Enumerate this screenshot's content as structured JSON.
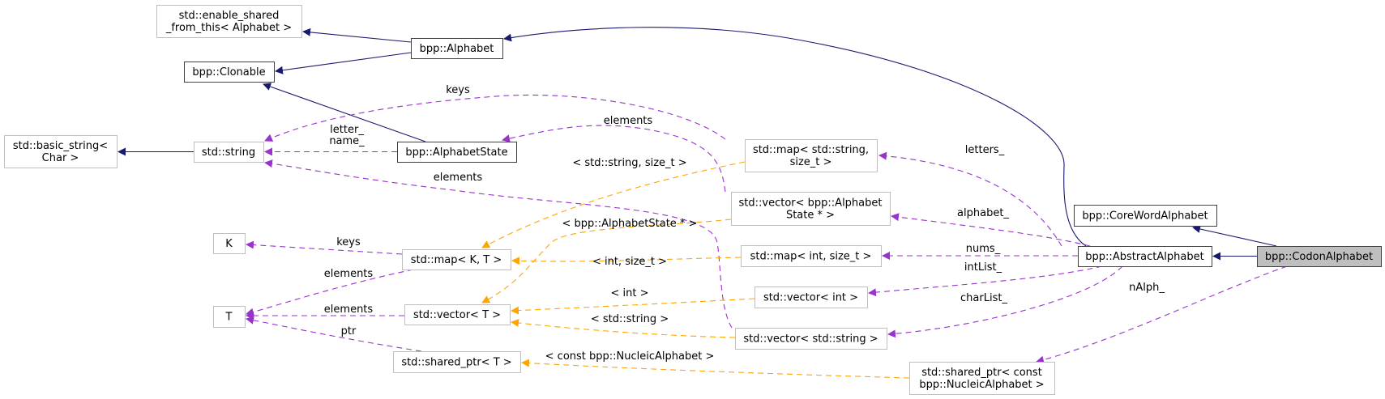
{
  "diagram": {
    "title": "Collaboration diagram for bpp::CodonAlphabet",
    "colors": {
      "inheritance": "#191970",
      "usage": "#9a32cd",
      "template": "#ffa500",
      "documented_border": "#404040",
      "undocumented_border": "#bfbfbf",
      "focus_fill": "#bfbfbf",
      "node_fill": "#ffffff"
    },
    "nodes": [
      {
        "id": "codon",
        "lines": [
          "bpp::CodonAlphabet"
        ],
        "style": "focus"
      },
      {
        "id": "abstract",
        "lines": [
          "bpp::AbstractAlphabet"
        ],
        "style": "documented"
      },
      {
        "id": "coreword",
        "lines": [
          "bpp::CoreWordAlphabet"
        ],
        "style": "documented"
      },
      {
        "id": "alphabet",
        "lines": [
          "bpp::Alphabet"
        ],
        "style": "documented"
      },
      {
        "id": "enable_shared",
        "lines": [
          "std::enable_shared",
          "_from_this< Alphabet >"
        ],
        "style": "external"
      },
      {
        "id": "clonable",
        "lines": [
          "bpp::Clonable"
        ],
        "style": "documented"
      },
      {
        "id": "alphabetstate",
        "lines": [
          "bpp::AlphabetState"
        ],
        "style": "documented"
      },
      {
        "id": "string",
        "lines": [
          "std::string"
        ],
        "style": "external"
      },
      {
        "id": "basic_string",
        "lines": [
          "std::basic_string<",
          "Char >"
        ],
        "style": "external"
      },
      {
        "id": "map_string_size",
        "lines": [
          "std::map< std::string,",
          "size_t >"
        ],
        "style": "external"
      },
      {
        "id": "vector_state",
        "lines": [
          "std::vector< bpp::Alphabet",
          "State * >"
        ],
        "style": "external"
      },
      {
        "id": "map_int_size",
        "lines": [
          "std::map< int, size_t >"
        ],
        "style": "external"
      },
      {
        "id": "vector_int",
        "lines": [
          "std::vector< int >"
        ],
        "style": "external"
      },
      {
        "id": "vector_string",
        "lines": [
          "std::vector< std::string >"
        ],
        "style": "external"
      },
      {
        "id": "shared_nucleic",
        "lines": [
          "std::shared_ptr< const",
          "bpp::NucleicAlphabet >"
        ],
        "style": "external"
      },
      {
        "id": "map_kt",
        "lines": [
          "std::map< K, T >"
        ],
        "style": "external"
      },
      {
        "id": "vector_t",
        "lines": [
          "std::vector< T >"
        ],
        "style": "external"
      },
      {
        "id": "shared_t",
        "lines": [
          "std::shared_ptr< T >"
        ],
        "style": "external"
      },
      {
        "id": "K",
        "lines": [
          "K"
        ],
        "style": "external"
      },
      {
        "id": "T",
        "lines": [
          "T"
        ],
        "style": "external"
      }
    ],
    "edges": [
      {
        "from": "codon",
        "to": "abstract",
        "kind": "inheritance",
        "label": ""
      },
      {
        "from": "codon",
        "to": "coreword",
        "kind": "inheritance",
        "label": ""
      },
      {
        "from": "abstract",
        "to": "alphabet",
        "kind": "inheritance",
        "label": ""
      },
      {
        "from": "alphabet",
        "to": "enable_shared",
        "kind": "inheritance",
        "label": ""
      },
      {
        "from": "alphabet",
        "to": "clonable",
        "kind": "inheritance",
        "label": ""
      },
      {
        "from": "alphabetstate",
        "to": "clonable",
        "kind": "inheritance",
        "label": ""
      },
      {
        "from": "string",
        "to": "basic_string",
        "kind": "inheritance",
        "label": ""
      },
      {
        "from": "alphabetstate",
        "to": "string",
        "kind": "usage",
        "label": "letter_\nname_"
      },
      {
        "from": "map_string_size",
        "to": "string",
        "kind": "usage",
        "label": "keys"
      },
      {
        "from": "vector_state",
        "to": "alphabetstate",
        "kind": "usage",
        "label": "elements"
      },
      {
        "from": "vector_string",
        "to": "string",
        "kind": "usage",
        "label": "elements"
      },
      {
        "from": "abstract",
        "to": "map_string_size",
        "kind": "usage",
        "label": "letters_"
      },
      {
        "from": "abstract",
        "to": "vector_state",
        "kind": "usage",
        "label": "alphabet_"
      },
      {
        "from": "abstract",
        "to": "map_int_size",
        "kind": "usage",
        "label": "nums_"
      },
      {
        "from": "abstract",
        "to": "vector_int",
        "kind": "usage",
        "label": "intList_"
      },
      {
        "from": "abstract",
        "to": "vector_string",
        "kind": "usage",
        "label": "charList_"
      },
      {
        "from": "codon",
        "to": "shared_nucleic",
        "kind": "usage",
        "label": "nAlph_"
      },
      {
        "from": "map_kt",
        "to": "K",
        "kind": "usage",
        "label": "keys"
      },
      {
        "from": "map_kt",
        "to": "T",
        "kind": "usage",
        "label": "elements"
      },
      {
        "from": "vector_t",
        "to": "T",
        "kind": "usage",
        "label": "elements"
      },
      {
        "from": "shared_t",
        "to": "T",
        "kind": "usage",
        "label": "ptr"
      },
      {
        "from": "map_string_size",
        "to": "map_kt",
        "kind": "template",
        "label": "< std::string, size_t >"
      },
      {
        "from": "vector_state",
        "to": "vector_t",
        "kind": "template",
        "label": "< bpp::AlphabetState * >"
      },
      {
        "from": "map_int_size",
        "to": "map_kt",
        "kind": "template",
        "label": "< int, size_t >"
      },
      {
        "from": "vector_int",
        "to": "vector_t",
        "kind": "template",
        "label": "< int >"
      },
      {
        "from": "vector_string",
        "to": "vector_t",
        "kind": "template",
        "label": "< std::string >"
      },
      {
        "from": "shared_nucleic",
        "to": "shared_t",
        "kind": "template",
        "label": "< const bpp::NucleicAlphabet >"
      }
    ]
  }
}
